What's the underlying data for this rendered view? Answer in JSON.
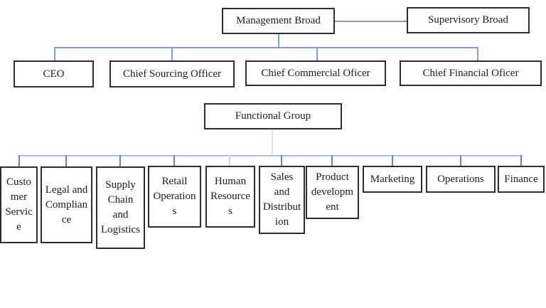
{
  "diagram": {
    "type": "org-chart",
    "colors": {
      "connector_medium": "#7e9cd9",
      "connector_light": "#a9c4e8",
      "connector_drop": "#5b85d6",
      "connector_faint": "#d9e2f3",
      "box_border": "#2e2e2e",
      "box_fill": "#ffffff",
      "text": "#1c1c1c"
    },
    "nodes": {
      "management": "Management Broad",
      "supervisory": "Supervisory Broad",
      "functional": "Functional Group"
    },
    "executives": [
      "CEO",
      "Chief Sourcing Officer",
      "Chief Commercial Oficer",
      "Chief Financial Oficer"
    ],
    "departments": [
      "Customer Service",
      "Legal and Compliance",
      "Supply Chain and Logistics",
      "Retail Operations",
      "Human Resources",
      "Sales and Distribution",
      "Product development",
      "Marketing",
      "Operations",
      "Finance"
    ]
  }
}
